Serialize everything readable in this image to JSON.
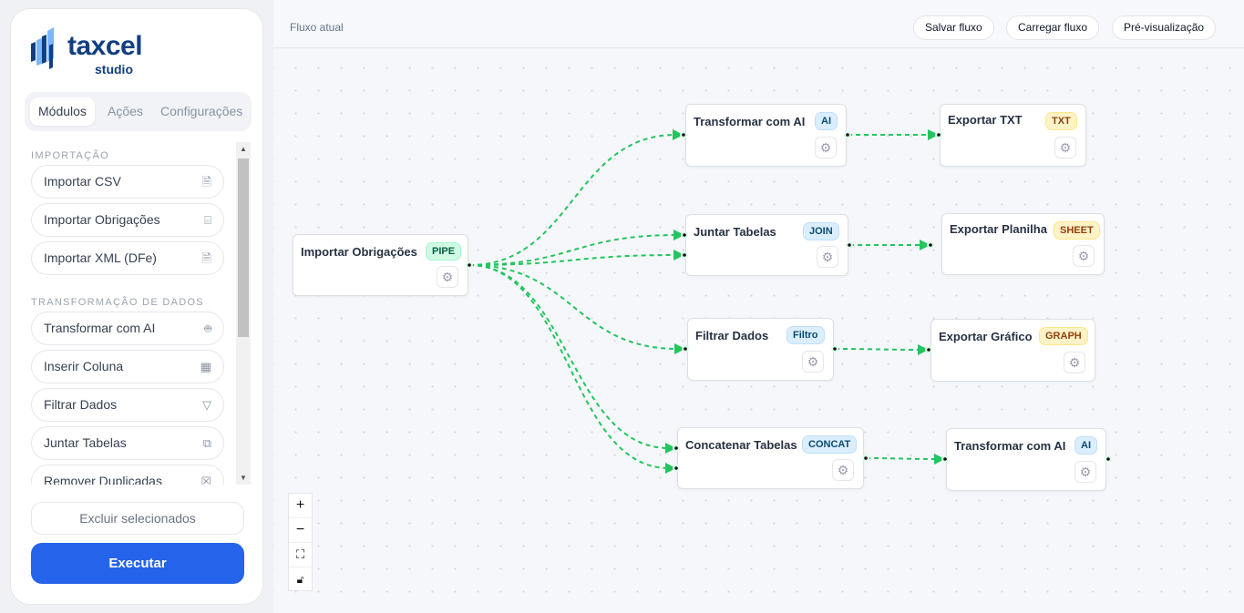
{
  "sidebar": {
    "logo": {
      "word": "taxcel",
      "sub": "studio"
    },
    "tabs": [
      {
        "label": "Módulos",
        "active": true
      },
      {
        "label": "Ações"
      },
      {
        "label": "Configurações"
      }
    ],
    "sections": [
      {
        "title": "IMPORTAÇÃO",
        "items": [
          {
            "label": "Importar CSV",
            "icon": "file-csv-icon"
          },
          {
            "label": "Importar Obrigações",
            "icon": "file-code-icon"
          },
          {
            "label": "Importar XML (DFe)",
            "icon": "file-xml-icon"
          }
        ]
      },
      {
        "title": "TRANSFORMAÇÃO DE DADOS",
        "items": [
          {
            "label": "Transformar com AI",
            "icon": "robot-icon"
          },
          {
            "label": "Inserir Coluna",
            "icon": "table-add-icon"
          },
          {
            "label": "Filtrar Dados",
            "icon": "filter-icon"
          },
          {
            "label": "Juntar Tabelas",
            "icon": "join-tables-icon"
          },
          {
            "label": "Remover Duplicadas",
            "icon": "remove-duplicates-icon"
          }
        ]
      }
    ],
    "delete_label": "Excluir selecionados",
    "run_label": "Executar"
  },
  "header": {
    "title": "Fluxo atual",
    "buttons": [
      "Salvar fluxo",
      "Carregar fluxo",
      "Pré-visualização"
    ]
  },
  "nodes": [
    {
      "id": "n0",
      "title": "Importar Obrigações",
      "badge": "PIPE"
    },
    {
      "id": "n1",
      "title": "Transformar com AI",
      "badge": "AI"
    },
    {
      "id": "n2",
      "title": "Exportar TXT",
      "badge": "TXT"
    },
    {
      "id": "n3",
      "title": "Juntar Tabelas",
      "badge": "JOIN"
    },
    {
      "id": "n4",
      "title": "Exportar Planilha",
      "badge": "SHEET"
    },
    {
      "id": "n5",
      "title": "Filtrar Dados",
      "badge": "Filtro"
    },
    {
      "id": "n6",
      "title": "Exportar Gráfico",
      "badge": "GRAPH"
    },
    {
      "id": "n7",
      "title": "Concatenar Tabelas",
      "badge": "CONCAT"
    },
    {
      "id": "n8",
      "title": "Transformar com AI",
      "badge": "AI"
    }
  ],
  "edges": [
    {
      "from": "n0",
      "to": "n1"
    },
    {
      "from": "n0",
      "to": "n3",
      "input": 1
    },
    {
      "from": "n0",
      "to": "n3",
      "input": 2
    },
    {
      "from": "n0",
      "to": "n5"
    },
    {
      "from": "n0",
      "to": "n7",
      "input": 1
    },
    {
      "from": "n0",
      "to": "n7",
      "input": 2
    },
    {
      "from": "n1",
      "to": "n2"
    },
    {
      "from": "n3",
      "to": "n4"
    },
    {
      "from": "n5",
      "to": "n6"
    },
    {
      "from": "n7",
      "to": "n8"
    }
  ],
  "colors": {
    "accent": "#2563eb",
    "edge": "#22c55e",
    "brand": "#123f82"
  }
}
